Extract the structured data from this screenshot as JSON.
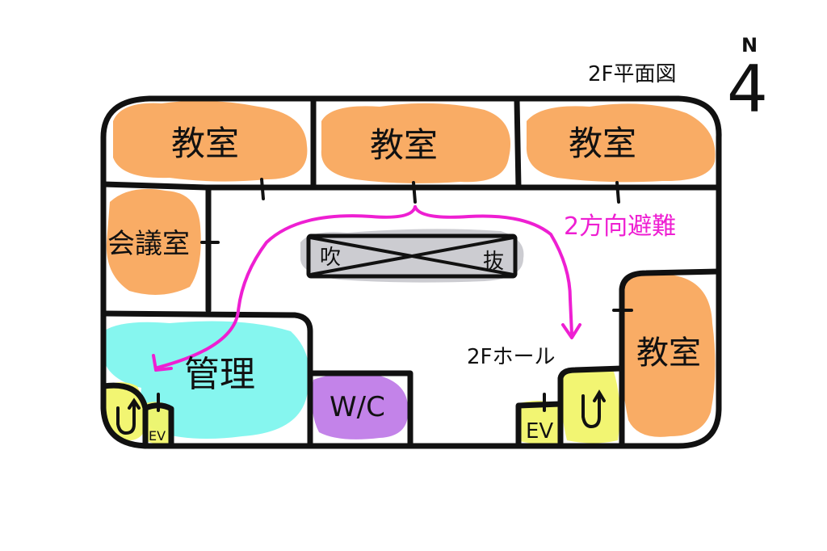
{
  "header": {
    "title": "2F平面図",
    "north_label": "N",
    "north_mark": "4"
  },
  "rooms": {
    "classroom_nw": "教室",
    "classroom_n": "教室",
    "classroom_ne": "教室",
    "classroom_e": "教室",
    "meeting_room": "会議室",
    "office": "管理",
    "toilet": "W/C",
    "atrium_left": "吹",
    "atrium_right": "抜",
    "hall": "2Fホール",
    "elevator_left": "EV",
    "elevator_right": "EV"
  },
  "annotations": {
    "evacuation": "2方向避難"
  },
  "colors": {
    "classroom": "#f9a85d",
    "office": "#7ff5ee",
    "toilet": "#c07ce8",
    "stairs": "#f1f46a",
    "atrium": "#c9c9cf",
    "evacuation_arrow": "#ee1fd2",
    "walls": "#111111"
  }
}
